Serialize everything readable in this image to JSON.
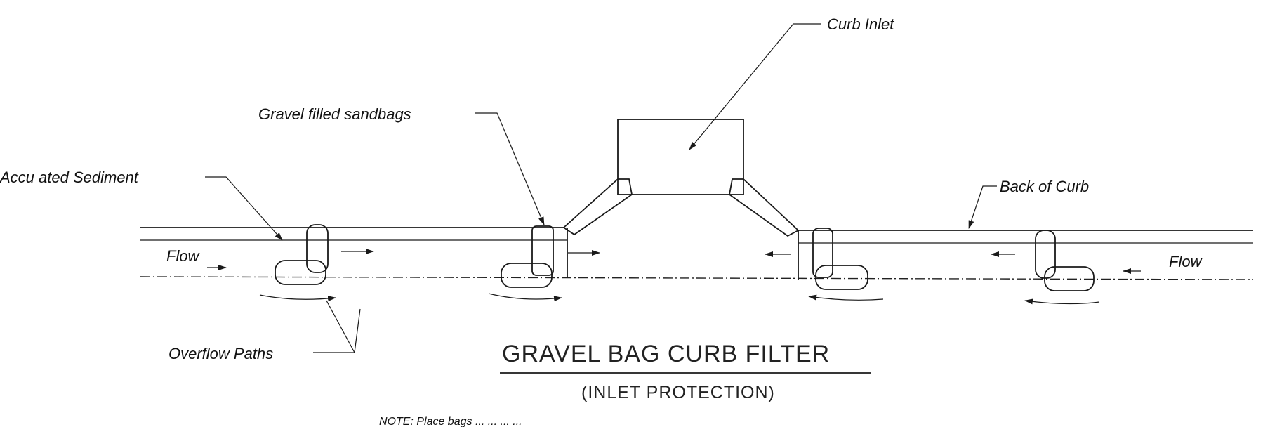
{
  "labels": {
    "curb_inlet": "Curb Inlet",
    "gravel_sandbags": "Gravel filled sandbags",
    "accumulated_sediment": "Accu  ated Sediment",
    "back_of_curb": "Back of Curb",
    "flow_left": "Flow",
    "flow_right": "Flow",
    "overflow_paths": "Overflow Paths"
  },
  "title": "GRAVEL BAG CURB FILTER",
  "subtitle": "(INLET PROTECTION)",
  "note": "NOTE:  Place  bags  ...  ...  ...  ..."
}
